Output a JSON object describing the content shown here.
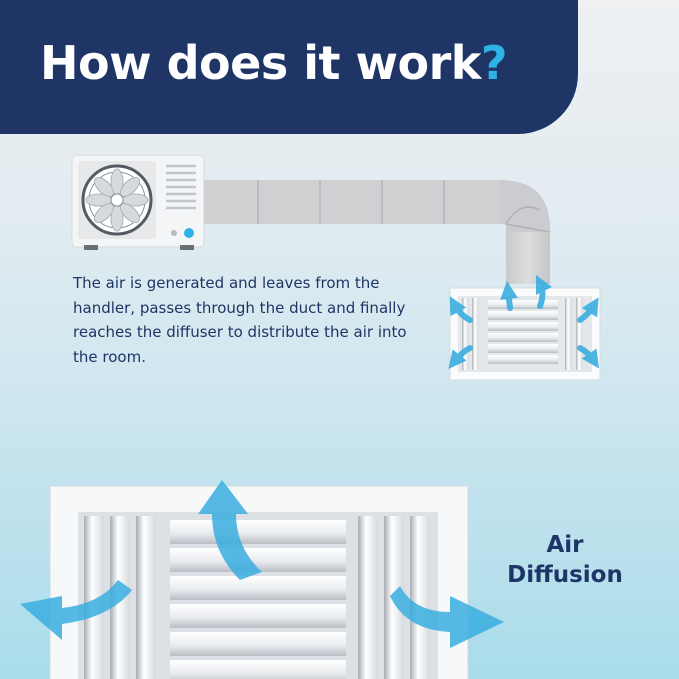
{
  "header": {
    "title": "How does it work",
    "title_mark": "?"
  },
  "description": "The air is generated and leaves from the handler, passes through the duct and finally reaches the diffuser to distribute the air into the room.",
  "feature_label": {
    "line1": "Air",
    "line2": "Diffusion"
  },
  "colors": {
    "navy": "#1e3566",
    "accent_blue": "#2fb2e6",
    "arrow_blue": "#3aaee0"
  },
  "icons": [
    "ac-unit-icon",
    "duct-icon",
    "diffuser-icon",
    "airflow-arrow-icon"
  ]
}
